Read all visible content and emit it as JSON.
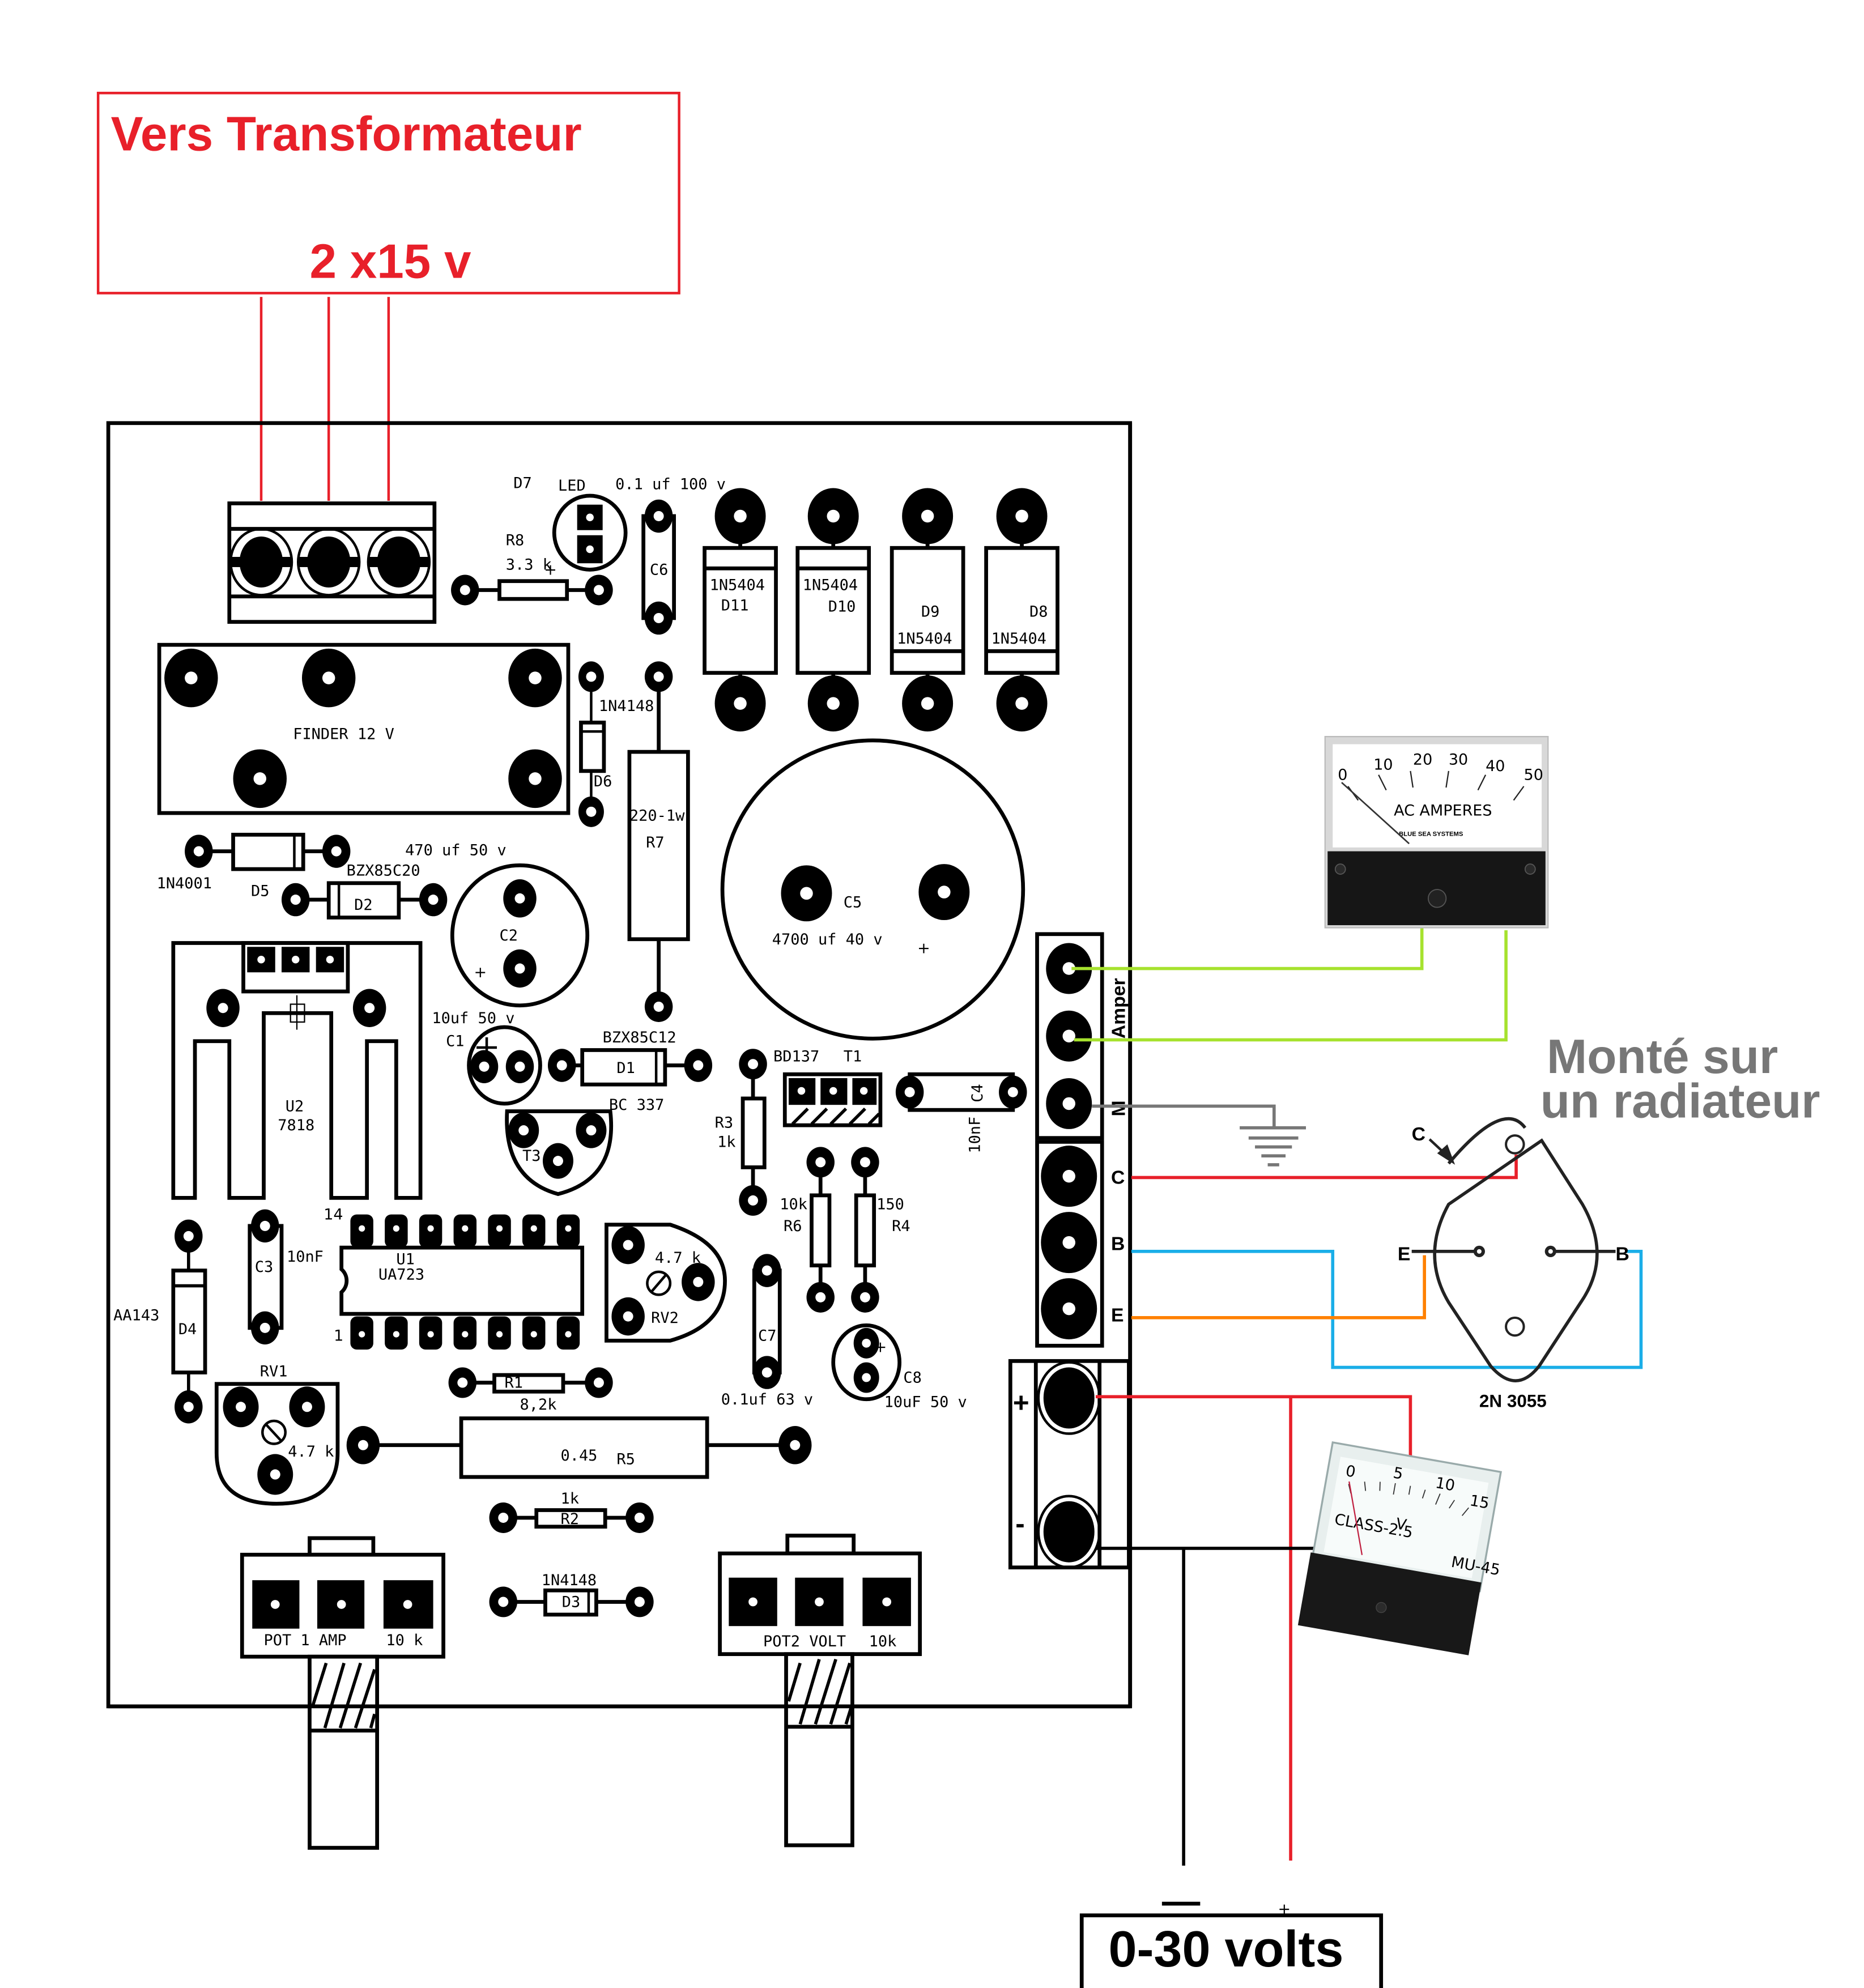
{
  "colors": {
    "transformer_red": "#e8202a",
    "ammeter_green": "#a6e22e",
    "ground_gray": "#777777",
    "base_blue": "#1aaee8",
    "emitter_orange": "#ff8000",
    "output_red": "#e8202a",
    "radiator_text_gray": "#777777"
  },
  "transformer": {
    "title": "Vers Transformateur",
    "voltage": "2 x15 v"
  },
  "components": {
    "d7": "D7",
    "led": "LED",
    "c6_value": "0.1 uf 100 v",
    "c6": "C6",
    "r8": "R8",
    "r8_value": "3.3 k",
    "d11_part": "1N5404",
    "d11": "D11",
    "d10_part": "1N5404",
    "d10": "D10",
    "d9": "D9",
    "d9_part": "1N5404",
    "d8": "D8",
    "d8_part": "1N5404",
    "relay": "FINDER 12 V",
    "d6_part": "1N4148",
    "d6": "D6",
    "r7_value": "220-1w",
    "r7": "R7",
    "d5_part": "1N4001",
    "d5": "D5",
    "c2_value": "470 uf 50 v",
    "d2_part": "BZX85C20",
    "d2": "D2",
    "c2": "C2",
    "c5": "C5",
    "c5_value": "4700 uf  40 v",
    "plus": "+",
    "u2": "U2",
    "u2_part": "7818",
    "c1_value": "10uf 50 v",
    "c1": "C1",
    "d1_part": "BZX85C12",
    "d1": "D1",
    "t3_part": "BC 337",
    "t3": "T3",
    "t1_part": "BD137",
    "t1": "T1",
    "c4": "C4",
    "c4_value": "10nF",
    "r3": "R3",
    "r3_value": "1k",
    "r6_value": "10k",
    "r6": "R6",
    "r4_value": "150",
    "r4": "R4",
    "pin14": "14",
    "pin1": "1",
    "u1": "U1",
    "u1_part": "UA723",
    "rv2_value": "4.7 k",
    "rv2": "RV2",
    "c7": "C7",
    "c7_value": "0.1uf 63 v",
    "c8": "C8",
    "c8_value": "10uF 50 v",
    "d4_part": "AA143",
    "d4": "D4",
    "c3": "C3",
    "c3_value": "10nF",
    "rv1": "RV1",
    "rv1_value": "4.7 k",
    "r1": "R1",
    "r1_value": "8,2k",
    "r5_value": "0.45",
    "r5": "R5",
    "r2_value": "1k",
    "r2": "R2",
    "d3_part": "1N4148",
    "d3": "D3",
    "pot1_label": "POT 1 AMP",
    "pot1_value": "10 k",
    "pot2_label": "POT2 VOLT",
    "pot2_value": "10k"
  },
  "terminals": {
    "amper": "Amper",
    "m": "M",
    "c": "C",
    "b": "B",
    "e": "E",
    "plus": "+",
    "minus": "-"
  },
  "ammeter": {
    "scale": [
      "0",
      "10",
      "20",
      "30",
      "40",
      "50"
    ],
    "unit": "AC AMPERES",
    "brand": "BLUE SEA SYSTEMS",
    "reading": 0
  },
  "voltmeter": {
    "scale": [
      "0",
      "5",
      "10",
      "15"
    ],
    "unit": "V",
    "class": "CLASS-2.5",
    "model": "MU-45",
    "reading": 0
  },
  "transistor": {
    "note_line1": "Monté sur",
    "note_line2": "un radiateur",
    "pin_c": "C",
    "pin_e": "E",
    "pin_b": "B",
    "part": "2N 3055"
  },
  "output": {
    "minus": "—",
    "plus": "+",
    "label": "0-30 volts"
  }
}
